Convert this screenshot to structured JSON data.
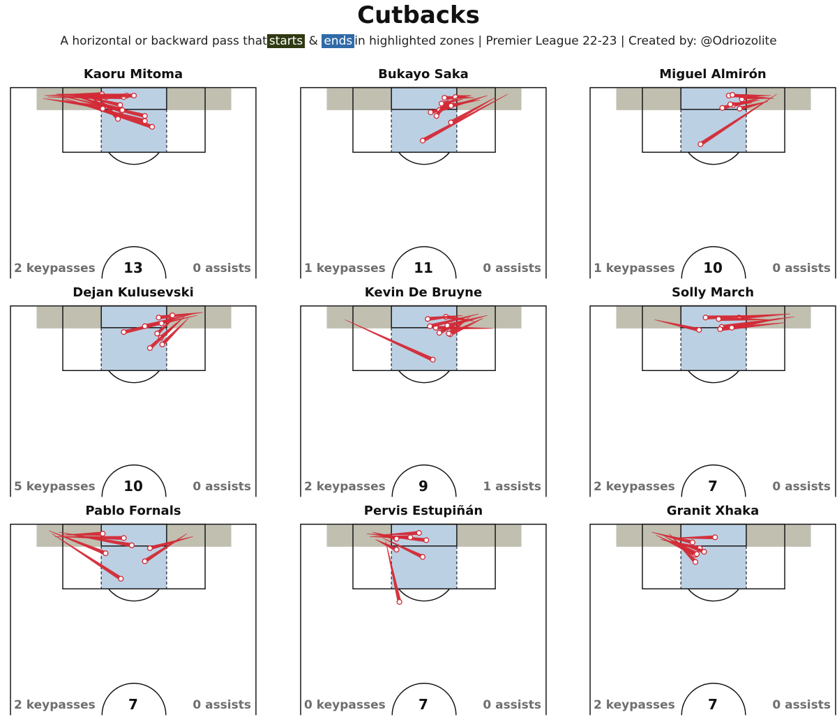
{
  "title": "Cutbacks",
  "subtitle": {
    "prefix": "A horizontal or backward pass that",
    "starts": "starts",
    "amp": "&",
    "ends": "ends",
    "suffix": "in highlighted zones  |  Premier League 22-23  |  Created by: @Odriozolite"
  },
  "colors": {
    "start_zone": "#c0bfb0",
    "end_zone": "#bcd0e3",
    "pass_line": "#d42a36",
    "start_tag": "#2f3a14",
    "end_tag": "#2f6aa8"
  },
  "players": [
    {
      "name": "Kaoru Mitoma",
      "keypasses": "2 keypasses",
      "total": "13",
      "assists": "0 assists",
      "passes": [
        [
          48,
          12,
          127,
          10
        ],
        [
          52,
          14,
          133,
          14
        ],
        [
          64,
          10,
          161,
          12
        ],
        [
          46,
          16,
          128,
          28
        ],
        [
          66,
          11,
          186,
          40
        ],
        [
          70,
          14,
          196,
          55
        ],
        [
          72,
          17,
          186,
          47
        ],
        [
          84,
          10,
          154,
          33
        ],
        [
          90,
          13,
          155,
          32
        ],
        [
          94,
          11,
          152,
          25
        ],
        [
          100,
          16,
          157,
          14
        ],
        [
          106,
          13,
          171,
          12
        ],
        [
          112,
          12,
          128,
          30
        ],
        [
          118,
          10,
          149,
          44
        ]
      ]
    },
    {
      "name": "Bukayo Saka",
      "keypasses": "1 keypasses",
      "total": "11",
      "assists": "0 assists",
      "passes": [
        [
          286,
          10,
          169,
          74
        ],
        [
          270,
          14,
          208,
          49
        ],
        [
          258,
          12,
          192,
          32
        ],
        [
          248,
          18,
          197,
          27
        ],
        [
          240,
          15,
          199,
          15
        ],
        [
          236,
          12,
          214,
          14
        ],
        [
          230,
          20,
          180,
          35
        ],
        [
          224,
          17,
          195,
          23
        ],
        [
          218,
          13,
          192,
          32
        ],
        [
          212,
          22,
          208,
          26
        ],
        [
          206,
          15,
          188,
          40
        ]
      ]
    },
    {
      "name": "Miguel Almirón",
      "keypasses": "1 keypasses",
      "total": "10",
      "assists": "0 assists",
      "passes": [
        [
          258,
          10,
          153,
          79
        ],
        [
          254,
          16,
          214,
          14
        ],
        [
          250,
          12,
          192,
          12
        ],
        [
          246,
          20,
          207,
          30
        ],
        [
          240,
          14,
          183,
          29
        ],
        [
          234,
          18,
          198,
          25
        ],
        [
          228,
          12,
          210,
          17
        ],
        [
          224,
          22,
          194,
          24
        ],
        [
          218,
          16,
          197,
          11
        ]
      ]
    },
    {
      "name": "Dejan Kulusevski",
      "keypasses": "5 keypasses",
      "total": "10",
      "assists": "0 assists",
      "passes": [
        [
          266,
          10,
          205,
          17
        ],
        [
          258,
          14,
          157,
          37
        ],
        [
          252,
          12,
          186,
          29
        ],
        [
          246,
          18,
          210,
          54
        ],
        [
          240,
          16,
          208,
          45
        ],
        [
          236,
          20,
          193,
          59
        ],
        [
          230,
          14,
          209,
          25
        ],
        [
          226,
          18,
          203,
          39
        ],
        [
          220,
          12,
          224,
          14
        ]
      ]
    },
    {
      "name": "Kevin De Bruyne",
      "keypasses": "2 keypasses",
      "total": "9",
      "assists": "1 assists",
      "passes": [
        [
          62,
          20,
          183,
          75
        ],
        [
          266,
          32,
          187,
          31
        ],
        [
          258,
          14,
          203,
          28
        ],
        [
          252,
          18,
          207,
          40
        ],
        [
          246,
          12,
          179,
          29
        ],
        [
          240,
          22,
          201,
          16
        ],
        [
          234,
          16,
          205,
          39
        ],
        [
          228,
          20,
          192,
          38
        ],
        [
          224,
          14,
          176,
          19
        ]
      ]
    },
    {
      "name": "Solly March",
      "keypasses": "2 keypasses",
      "total": "7",
      "assists": "0 assists",
      "passes": [
        [
          90,
          20,
          151,
          34
        ],
        [
          282,
          16,
          182,
          30
        ],
        [
          276,
          12,
          206,
          17
        ],
        [
          270,
          24,
          180,
          33
        ],
        [
          262,
          18,
          196,
          31
        ],
        [
          256,
          14,
          160,
          17
        ],
        [
          250,
          20,
          178,
          19
        ]
      ]
    },
    {
      "name": "Pablo Fornals",
      "keypasses": "2 keypasses",
      "total": "7",
      "assists": "0 assists",
      "passes": [
        [
          54,
          10,
          132,
          41
        ],
        [
          58,
          14,
          153,
          76
        ],
        [
          62,
          18,
          157,
          20
        ],
        [
          68,
          12,
          168,
          30
        ],
        [
          72,
          16,
          128,
          14
        ],
        [
          244,
          14,
          186,
          52
        ],
        [
          252,
          18,
          193,
          34
        ]
      ]
    },
    {
      "name": "Pervis Estupiñán",
      "keypasses": "0 keypasses",
      "total": "7",
      "assists": "0 assists",
      "passes": [
        [
          92,
          14,
          174,
          23
        ],
        [
          96,
          18,
          152,
          19
        ],
        [
          100,
          12,
          133,
          21
        ],
        [
          104,
          22,
          133,
          36
        ],
        [
          110,
          16,
          164,
          13
        ],
        [
          114,
          20,
          169,
          46
        ],
        [
          118,
          24,
          137,
          108
        ]
      ]
    },
    {
      "name": "Granit Xhaka",
      "keypasses": "2 keypasses",
      "total": "7",
      "assists": "0 assists",
      "passes": [
        [
          86,
          12,
          142,
          26
        ],
        [
          92,
          16,
          146,
          43
        ],
        [
          98,
          22,
          152,
          34
        ],
        [
          104,
          18,
          148,
          42
        ],
        [
          110,
          14,
          146,
          53
        ],
        [
          116,
          20,
          173,
          19
        ],
        [
          122,
          26,
          158,
          39
        ]
      ]
    }
  ]
}
